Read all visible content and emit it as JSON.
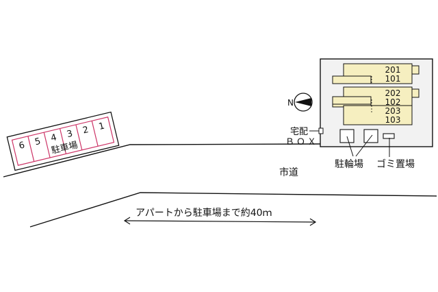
{
  "parking": {
    "spaces": [
      "6",
      "5",
      "4",
      "3",
      "2",
      "1"
    ],
    "label": "駐車場"
  },
  "building": {
    "units_row1": [
      "201",
      "101"
    ],
    "units_row2": [
      "202",
      "102"
    ],
    "units_row3": [
      "203",
      "103"
    ]
  },
  "delivery_box": {
    "line1": "宅配",
    "line2": "ＢＯＸ"
  },
  "bicycle_parking": "駐輪場",
  "garbage_area": "ゴミ置場",
  "city_road": "市道",
  "distance_note": "アパートから駐車場まで約40ｍ",
  "compass": {
    "north_label": "N"
  },
  "colors": {
    "unit_fill": "#f6efc0",
    "parking_fill": "#ffffff",
    "parking_stroke": "#cc3366",
    "building_fill": "#f2f2f2",
    "ink": "#111111"
  }
}
